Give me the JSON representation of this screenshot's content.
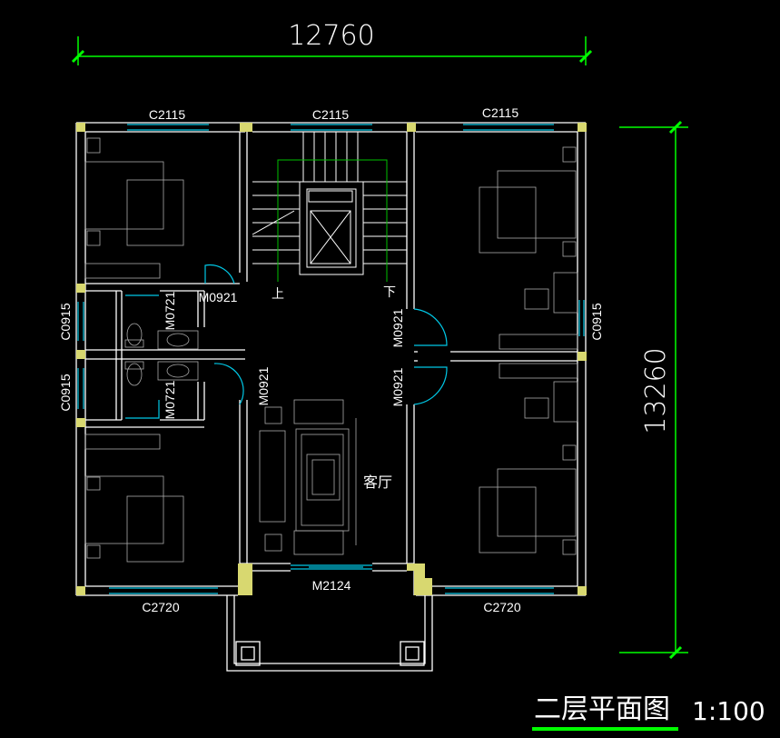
{
  "drawing": {
    "title": "二层平面图",
    "scale": "1:100",
    "colors": {
      "background": "#000000",
      "wall": "#ffffff",
      "dimension": "#00ff00",
      "window": "#00c8e6",
      "column": "#d8d870",
      "stair_guide": "#00c000"
    }
  },
  "dimensions": {
    "overall_width": "12760",
    "overall_depth": "13260"
  },
  "windows": {
    "top_left": "C2115",
    "top_center": "C2115",
    "top_right": "C2115",
    "bottom_left": "C2720",
    "bottom_right": "C2720",
    "left_upper": "C0915",
    "left_lower": "C0915",
    "right_middle": "C0915"
  },
  "doors": {
    "bedroom_top_left": "M0921",
    "bath_upper": "M0721",
    "bath_lower": "M0721",
    "bedroom_bottom_left": "M0921",
    "bedroom_top_right": "M0921",
    "bedroom_bottom_right": "M0921",
    "balcony": "M2124"
  },
  "rooms": {
    "living_room": "客厅"
  },
  "stairs": {
    "up": "上",
    "down": "下"
  }
}
